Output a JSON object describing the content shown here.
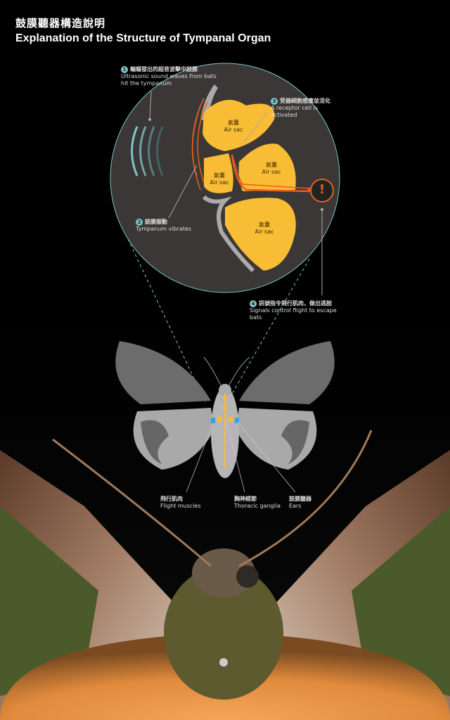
{
  "header": {
    "title_zh": "鼓膜聽器構造說明",
    "title_en": "Explanation of the Structure of Tympanal Organ"
  },
  "steps": [
    {
      "num": "1",
      "zh": "蝙蝠發出的超音波擊中鼓膜",
      "en": "Ultrasonic sound waves from bats hit the tympanum"
    },
    {
      "num": "2",
      "zh": "鼓膜振動",
      "en": "Tympanum vibrates"
    },
    {
      "num": "3",
      "zh": "受器細胞感應並活化",
      "en": "A receptor cell is activated"
    },
    {
      "num": "4",
      "zh": "訊號指令飛行肌肉，做出逃脫",
      "en": "Signals control flight to escape bats"
    }
  ],
  "air_sac": {
    "zh": "氣囊",
    "en": "Air sac"
  },
  "alert_symbol": "!",
  "body_labels": [
    {
      "zh": "飛行肌肉",
      "en": "Flight muscles"
    },
    {
      "zh": "胸神經節",
      "en": "Thoracic ganglia"
    },
    {
      "zh": "鼓膜聽器",
      "en": "Ears"
    }
  ],
  "colors": {
    "air_sac": "#f8bd35",
    "signal": "#e8601c",
    "accent": "#7ec6c8",
    "circle_bg": "#3a3736"
  }
}
